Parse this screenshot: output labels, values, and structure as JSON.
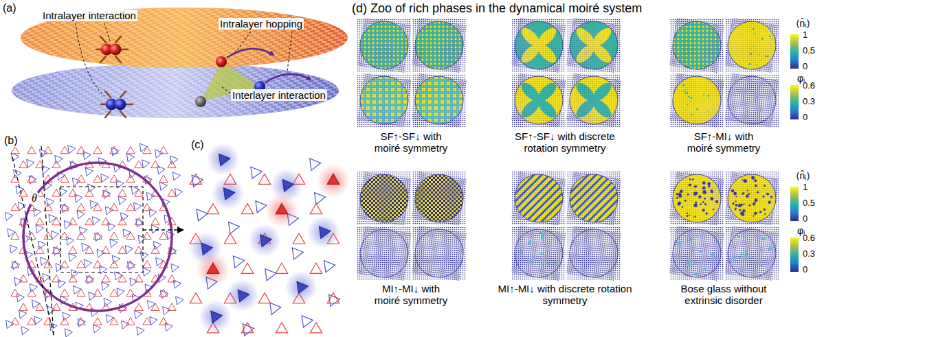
{
  "diagram": {
    "labels": [
      "(a)",
      "Intralayer interaction",
      "Intralayer hopping",
      "Interlayer interaction",
      "(b)",
      "θ",
      "(c)",
      "(d) Zoo of rich phases in the dynamical moiré system",
      "SF↑-SF↓ with moiré symmetry",
      "SF↑-SF↓ with discrete rotation symmetry",
      "SF↑-MI↓ with moiré symmetry",
      "MI↑-MI↓ with moiré symmetry",
      "MI↑-MI↓ with discrete rotation symmetry",
      "Bose glass without extrinsic disorder",
      "⟨n̂ᵢ⟩",
      "1",
      "0.5",
      "0",
      "φᵢ",
      "0.6",
      "0.3",
      "0",
      "⟨n̂ᵢ⟩",
      "1",
      "0.5",
      "0",
      "φᵢ",
      "0.6",
      "0.3",
      "0"
    ]
  }
}
